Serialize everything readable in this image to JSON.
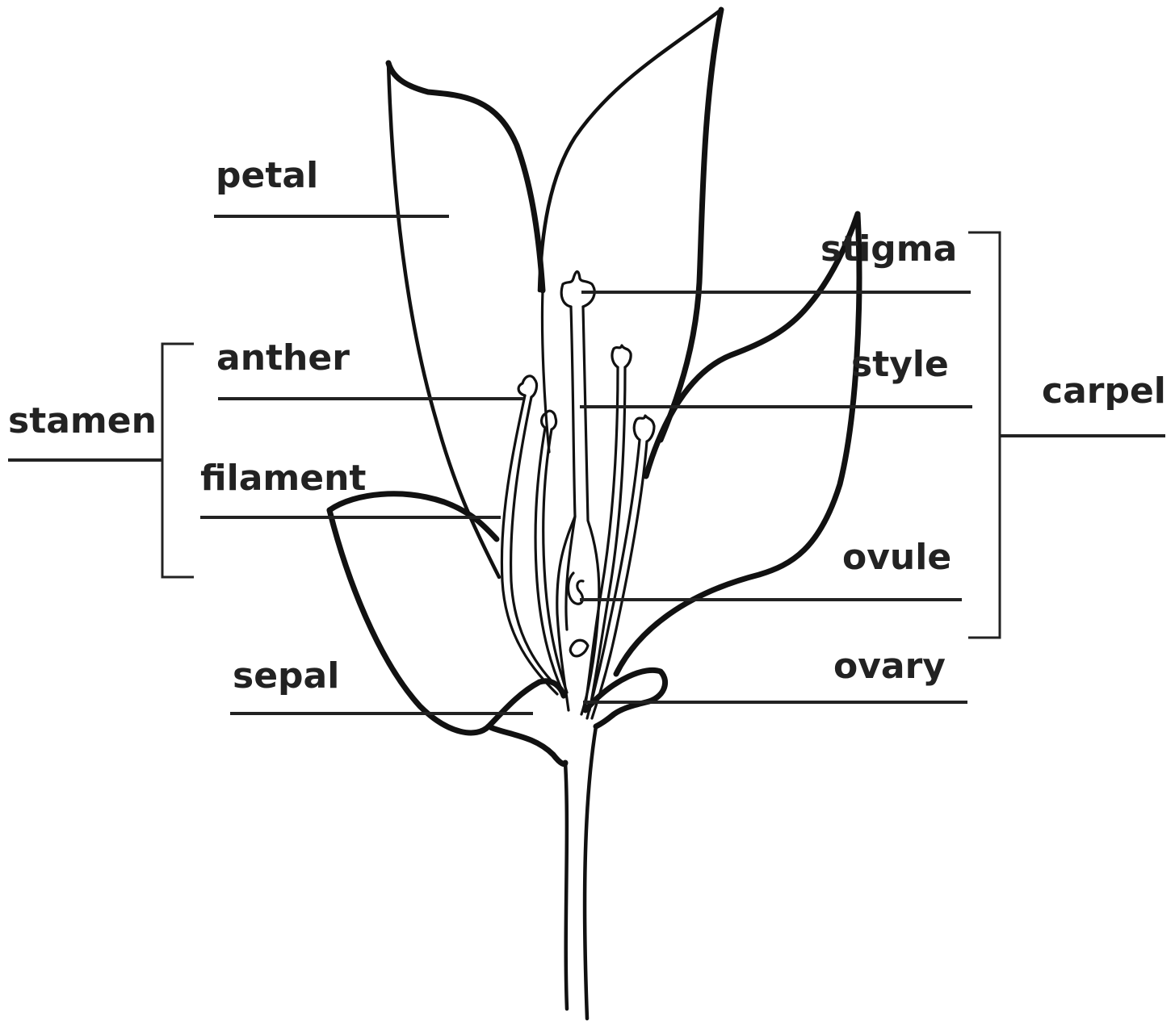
{
  "labels": {
    "petal": "petal",
    "anther": "anther",
    "stamen": "stamen",
    "filament": "filament",
    "sepal": "sepal",
    "stigma": "stigma",
    "style": "style",
    "carpel": "carpel",
    "ovule": "ovule",
    "ovary": "ovary"
  },
  "colors": {
    "ink": "#111111",
    "label": "#222222",
    "background": "#ffffff"
  }
}
